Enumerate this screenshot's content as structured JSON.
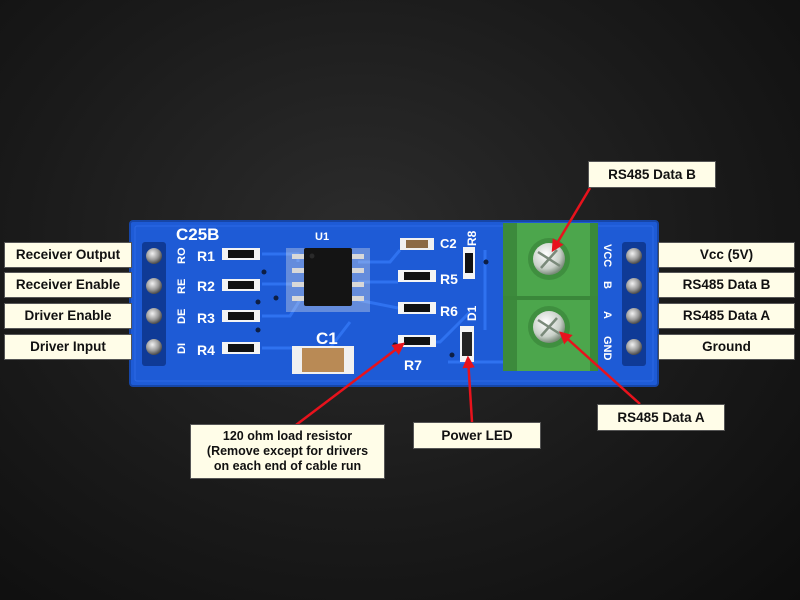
{
  "board": {
    "model_label": "C25B",
    "ic_label": "U1",
    "cap_main_label": "C1",
    "cap_small_label": "C2",
    "left_resistors": [
      "R1",
      "R2",
      "R3",
      "R4"
    ],
    "right_resistors": [
      "R5",
      "R6",
      "R7",
      "R8"
    ],
    "diode_label": "D1",
    "left_pin_labels": [
      "RO",
      "RE",
      "DE",
      "DI"
    ],
    "right_pin_labels": [
      "VCC",
      "B",
      "A",
      "GND"
    ]
  },
  "left_callouts": [
    "Receiver Output",
    "Receiver Enable",
    "Driver Enable",
    "Driver Input"
  ],
  "right_callouts": [
    "Vcc (5V)",
    "RS485 Data B",
    "RS485 Data A",
    "Ground"
  ],
  "terminal_callouts": {
    "top": "RS485 Data B",
    "bottom": "RS485 Data A"
  },
  "resistor_callout": {
    "lines": [
      "120 ohm load resistor",
      "(Remove except for drivers",
      "on each end of cable run"
    ]
  },
  "led_callout": "Power LED",
  "colors": {
    "pcb": "#1e5bd6",
    "terminal": "#4ca64c",
    "arrow": "#e8121c",
    "callout_bg": "#fffde8"
  }
}
